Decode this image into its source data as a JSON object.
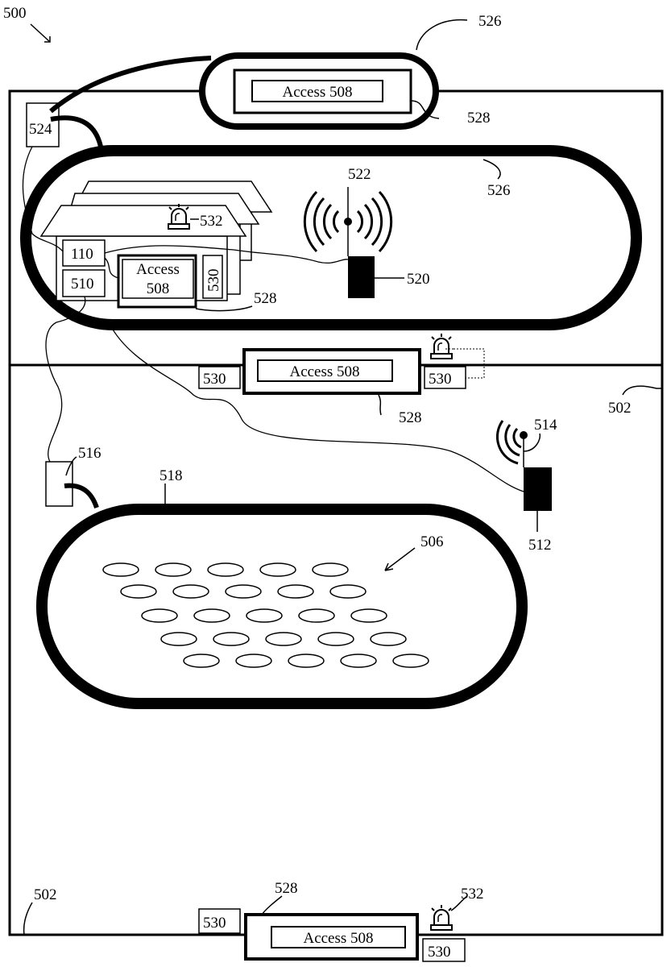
{
  "figure_ref": "500",
  "region_ref": "502",
  "access_label": "Access 508",
  "access_line1": "Access",
  "access_line2": "508",
  "refs": {
    "pool": "506",
    "device_510": "510",
    "device_110": "110",
    "sensor_512": "512",
    "antenna_514": "514",
    "sensor_516": "516",
    "boundary_518": "518",
    "sensor_520": "520",
    "antenna_522": "522",
    "sensor_524": "524",
    "boundary_526": "526",
    "door_528": "528",
    "lock_530": "530",
    "alarm_532": "532"
  }
}
